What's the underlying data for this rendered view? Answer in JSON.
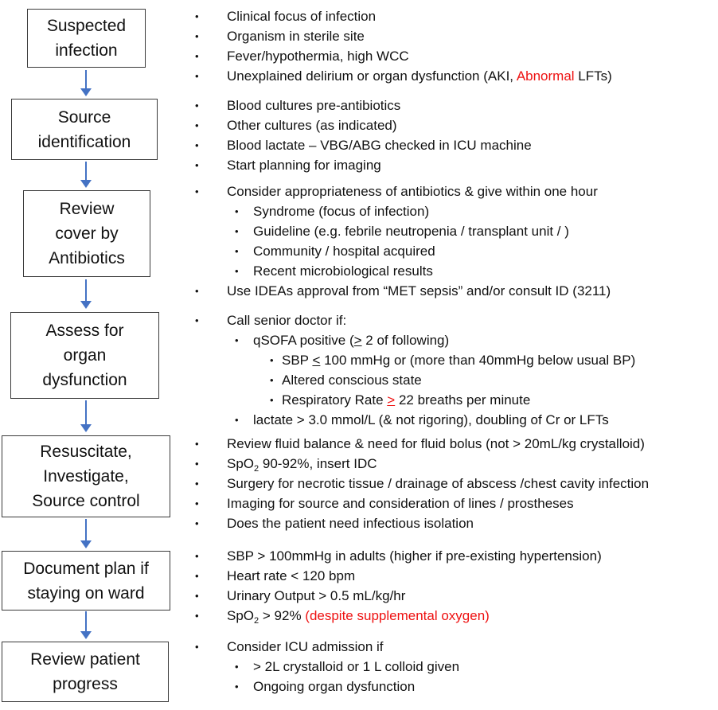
{
  "colors": {
    "text": "#111111",
    "red": "#ee1111",
    "box_border": "#3a3a3a",
    "arrow_blue": "#4472C4",
    "background": "#ffffff"
  },
  "flowchart": {
    "steps": [
      {
        "label": "Suspected infection",
        "lines": [
          "Suspected",
          "infection"
        ]
      },
      {
        "label": "Source identification",
        "lines": [
          "Source",
          "identification"
        ]
      },
      {
        "label": "Review cover by Antibiotics",
        "lines": [
          "Review",
          "cover by",
          "Antibiotics"
        ]
      },
      {
        "label": "Assess for organ dysfunction",
        "lines": [
          "Assess for",
          "organ",
          "dysfunction"
        ]
      },
      {
        "label": "Resuscitate, Investigate, Source control",
        "lines": [
          "Resuscitate,",
          "Investigate,",
          "Source control"
        ]
      },
      {
        "label": "Document plan if staying on ward",
        "lines": [
          "Document plan if",
          "staying on ward"
        ]
      },
      {
        "label": "Review patient progress",
        "lines": [
          "Review patient",
          "progress"
        ]
      }
    ]
  },
  "sections": [
    {
      "bullets": [
        {
          "level": 0,
          "seg": [
            {
              "t": "Clinical focus of infection"
            }
          ]
        },
        {
          "level": 0,
          "seg": [
            {
              "t": "Organism in sterile site"
            }
          ]
        },
        {
          "level": 0,
          "seg": [
            {
              "t": "Fever/hypothermia, high WCC"
            }
          ]
        },
        {
          "level": 0,
          "seg": [
            {
              "t": "Unexplained delirium or organ dysfunction (AKI, "
            },
            {
              "t": "Abnormal",
              "c": "red"
            },
            {
              "t": " LFTs)"
            }
          ]
        }
      ]
    },
    {
      "bullets": [
        {
          "level": 0,
          "seg": [
            {
              "t": "Blood cultures pre-antibiotics"
            }
          ]
        },
        {
          "level": 0,
          "seg": [
            {
              "t": "Other cultures (as indicated)"
            }
          ]
        },
        {
          "level": 0,
          "seg": [
            {
              "t": "Blood lactate – VBG/ABG checked in ICU machine"
            }
          ]
        },
        {
          "level": 0,
          "seg": [
            {
              "t": "Start planning for imaging"
            }
          ]
        }
      ]
    },
    {
      "bullets": [
        {
          "level": 0,
          "seg": [
            {
              "t": "Consider appropriateness of antibiotics & give within one hour"
            }
          ]
        },
        {
          "level": 1,
          "seg": [
            {
              "t": "Syndrome (focus of infection)"
            }
          ]
        },
        {
          "level": 1,
          "seg": [
            {
              "t": "Guideline (e.g. febrile neutropenia / transplant unit / )"
            }
          ]
        },
        {
          "level": 1,
          "seg": [
            {
              "t": "Community / hospital acquired"
            }
          ]
        },
        {
          "level": 1,
          "seg": [
            {
              "t": "Recent microbiological results"
            }
          ]
        },
        {
          "level": 0,
          "seg": [
            {
              "t": "Use IDEAs approval from “MET sepsis” and/or consult ID (3211)"
            }
          ]
        }
      ]
    },
    {
      "bullets": [
        {
          "level": 0,
          "seg": [
            {
              "t": "Call senior doctor if:"
            }
          ]
        },
        {
          "level": 1,
          "seg": [
            {
              "t": "qSOFA positive ("
            },
            {
              "t": ">",
              "u": 1
            },
            {
              "t": " 2 of following)"
            }
          ]
        },
        {
          "level": 2,
          "seg": [
            {
              "t": "SBP "
            },
            {
              "t": "<",
              "u": 1
            },
            {
              "t": " 100 mmHg or (more than 40mmHg below usual BP)"
            }
          ]
        },
        {
          "level": 2,
          "seg": [
            {
              "t": "Altered conscious state"
            }
          ]
        },
        {
          "level": 2,
          "seg": [
            {
              "t": "Respiratory Rate "
            },
            {
              "t": ">",
              "u": 1,
              "c": "red"
            },
            {
              "t": " 22 breaths per minute"
            }
          ]
        },
        {
          "level": 1,
          "seg": [
            {
              "t": "lactate > 3.0 mmol/L (& not rigoring), doubling of Cr or LFTs"
            }
          ]
        }
      ]
    },
    {
      "bullets": [
        {
          "level": 0,
          "seg": [
            {
              "t": "Review fluid balance & need for fluid bolus (not > 20mL/kg crystalloid)"
            }
          ]
        },
        {
          "level": 0,
          "seg": [
            {
              "t": "SpO"
            },
            {
              "t": "2",
              "sub": 1
            },
            {
              "t": " 90-92%, insert IDC"
            }
          ]
        },
        {
          "level": 0,
          "seg": [
            {
              "t": "Surgery for necrotic tissue / drainage of abscess /chest cavity infection"
            }
          ]
        },
        {
          "level": 0,
          "seg": [
            {
              "t": "Imaging for source and consideration of lines / prostheses"
            }
          ]
        },
        {
          "level": 0,
          "seg": [
            {
              "t": "Does the patient need infectious isolation"
            }
          ]
        }
      ]
    },
    {
      "bullets": [
        {
          "level": 0,
          "seg": [
            {
              "t": "SBP > 100mmHg in adults (higher if pre-existing hypertension)"
            }
          ]
        },
        {
          "level": 0,
          "seg": [
            {
              "t": "Heart rate < 120 bpm"
            }
          ]
        },
        {
          "level": 0,
          "seg": [
            {
              "t": "Urinary Output > 0.5 mL/kg/hr"
            }
          ]
        },
        {
          "level": 0,
          "seg": [
            {
              "t": "SpO"
            },
            {
              "t": "2",
              "sub": 1
            },
            {
              "t": " > 92% "
            },
            {
              "t": "(despite supplemental oxygen)",
              "c": "red"
            }
          ]
        }
      ]
    },
    {
      "bullets": [
        {
          "level": 0,
          "seg": [
            {
              "t": "Consider ICU admission if"
            }
          ]
        },
        {
          "level": 1,
          "seg": [
            {
              "t": "> 2L crystalloid or 1 L colloid given"
            }
          ]
        },
        {
          "level": 1,
          "seg": [
            {
              "t": "Ongoing organ dysfunction"
            }
          ]
        }
      ]
    }
  ]
}
